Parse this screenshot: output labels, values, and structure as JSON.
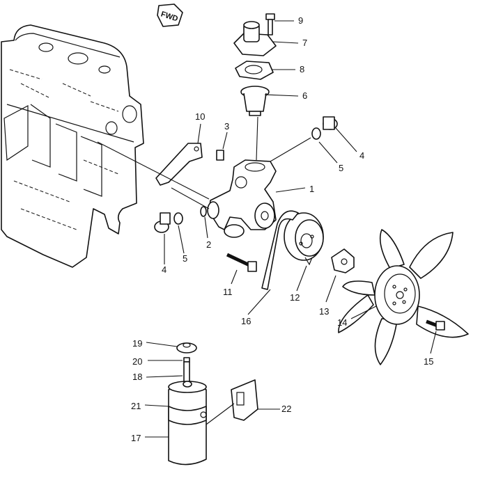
{
  "diagram": {
    "fwd_label": "FWD",
    "callouts": {
      "p1": "1",
      "p2": "2",
      "p3": "3",
      "p4a": "4",
      "p4b": "4",
      "p5a": "5",
      "p5b": "5",
      "p6": "6",
      "p7": "7",
      "p8": "8",
      "p9": "9",
      "p10": "10",
      "p11": "11",
      "p12": "12",
      "p13": "13",
      "p14": "14",
      "p15": "15",
      "p16": "16",
      "p17": "17",
      "p18": "18",
      "p19": "19",
      "p20": "20",
      "p21": "21",
      "p22": "22"
    }
  }
}
